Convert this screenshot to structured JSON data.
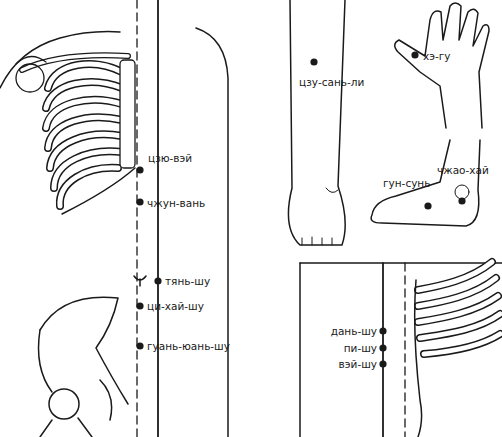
{
  "diagram": {
    "labels": [
      "цзю-вэй",
      "чжун-вань",
      "тянь-шу",
      "ци-хай-шу",
      "гуань-юань-шу",
      "цзу-сань-ли",
      "хэ-гу",
      "чжао-хай",
      "гун-сунь",
      "дань-шу",
      "пи-шу",
      "вэй-шу"
    ]
  }
}
